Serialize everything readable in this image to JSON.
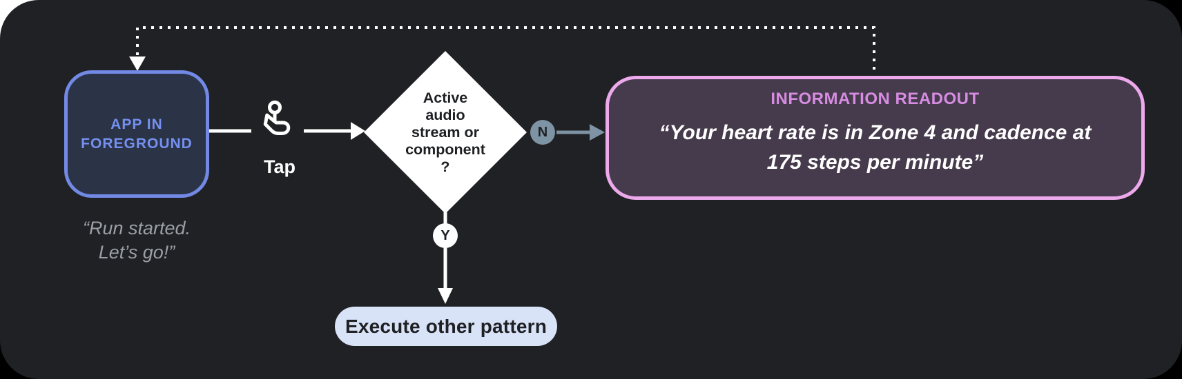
{
  "colors": {
    "page_background": "#000000",
    "corner_backdrop": "#ffffff",
    "canvas_background": "#202124",
    "app_node_border": "#7289e5",
    "app_node_fill": "#2b3347",
    "app_node_text": "#7590f0",
    "caption_text": "#9aa0a6",
    "connector_white": "#ffffff",
    "diamond_fill": "#ffffff",
    "diamond_text": "#1f2023",
    "no_branch": "#7e94a4",
    "readout_border": "#eca9ec",
    "readout_fill": "#463b4c",
    "readout_title": "#d78ce2",
    "pill_fill": "#d8e3f8",
    "pill_text": "#1f2023"
  },
  "nodes": {
    "app": {
      "label": "APP IN\nFOREGROUND",
      "caption": "“Run started.\nLet’s go!”"
    },
    "tap": {
      "label": "Tap",
      "icon": "tap-gesture-icon"
    },
    "decision": {
      "label": "Active\naudio\nstream or\ncomponent\n?"
    },
    "branch_no": {
      "label": "N"
    },
    "branch_yes": {
      "label": "Y"
    },
    "readout": {
      "title": "INFORMATION READOUT",
      "message": "“Your heart rate is in Zone 4 and cadence at\n175 steps per minute”"
    },
    "execute": {
      "label": "Execute other pattern"
    }
  }
}
